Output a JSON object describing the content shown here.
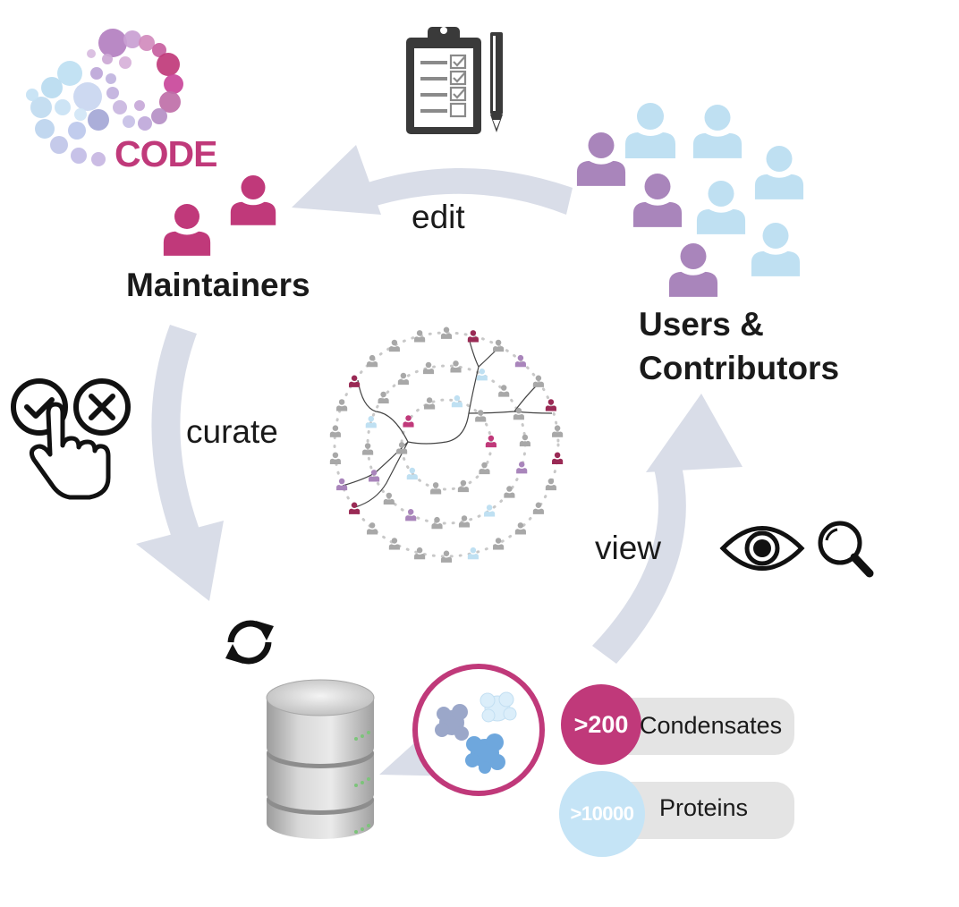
{
  "logo": {
    "text": "CODE",
    "color": "#c0397a"
  },
  "cycle": {
    "edit_label": "edit",
    "curate_label": "curate",
    "view_label": "view",
    "arrow_color": "#d9dde8"
  },
  "roles": {
    "maintainers": "Maintainers",
    "users_line1": "Users &",
    "users_line2": "Contributors"
  },
  "colors": {
    "maintainer": "#c0397a",
    "contributor": "#a985bb",
    "user": "#bfe0f2",
    "network_gray": "#a8a8a8",
    "network_dark": "#9a2a55"
  },
  "stats": [
    {
      "value": ">200",
      "label": "Condensates",
      "badge_color": "#c0397a"
    },
    {
      "value": ">10000",
      "label": "Proteins",
      "badge_color": "#c5e4f6"
    }
  ],
  "icons": [
    "clipboard-checklist-icon",
    "pencil-icon",
    "check-circle-icon",
    "x-circle-icon",
    "pointing-hand-icon",
    "sync-icon",
    "database-icon",
    "eye-icon",
    "magnifier-icon"
  ]
}
